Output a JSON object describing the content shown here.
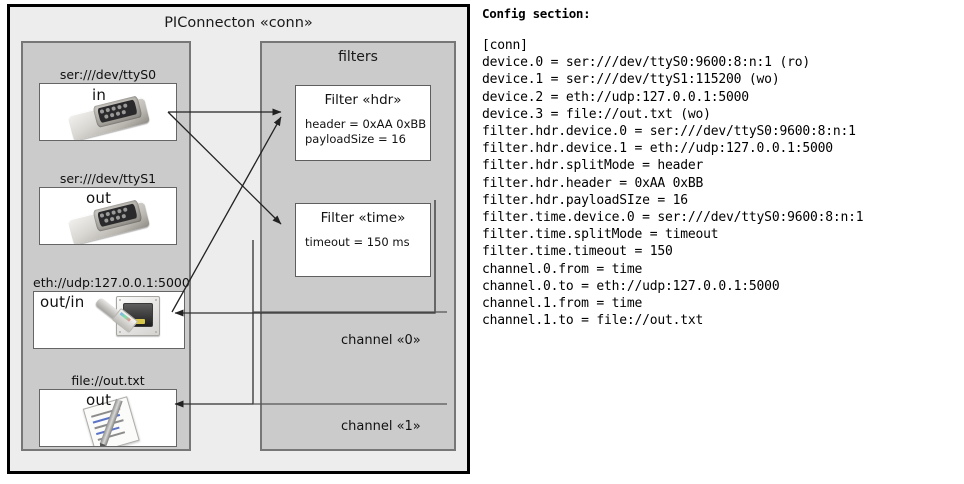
{
  "diagram": {
    "title": "PIConnecton «conn»",
    "devices_group": {
      "title": "",
      "items": [
        {
          "label": "ser:///dev/ttyS0",
          "direction": "in",
          "icon": "serial-db9-icon"
        },
        {
          "label": "ser:///dev/ttyS1",
          "direction": "out",
          "icon": "serial-db9-icon"
        },
        {
          "label": "eth://udp:127.0.0.1:5000",
          "direction": "out/in",
          "icon": "ethernet-rj45-icon"
        },
        {
          "label": "file://out.txt",
          "direction": "out",
          "icon": "document-pencil-icon"
        }
      ]
    },
    "filters_group": {
      "title": "filters",
      "items": [
        {
          "title": "Filter «hdr»",
          "props": [
            "header = 0xAA 0xBB",
            "payloadSize = 16"
          ]
        },
        {
          "title": "Filter «time»",
          "props": [
            "timeout = 150 ms"
          ]
        }
      ]
    },
    "channels": [
      {
        "label": "channel «0»"
      },
      {
        "label": "channel «1»"
      }
    ]
  },
  "config": {
    "heading": "Config section:",
    "lines": [
      "[conn]",
      "device.0 = ser:///dev/ttyS0:9600:8:n:1 (ro)",
      "device.1 = ser:///dev/ttyS1:115200 (wo)",
      "device.2 = eth://udp:127.0.0.1:5000",
      "device.3 = file://out.txt (wo)",
      "filter.hdr.device.0 = ser:///dev/ttyS0:9600:8:n:1",
      "filter.hdr.device.1 = eth://udp:127.0.0.1:5000",
      "filter.hdr.splitMode = header",
      "filter.hdr.header = 0xAA 0xBB",
      "filter.hdr.payloadSIze = 16",
      "filter.time.device.0 = ser:///dev/ttyS0:9600:8:n:1",
      "filter.time.splitMode = timeout",
      "filter.time.timeout = 150",
      "channel.0.from = time",
      "channel.0.to = eth://udp:127.0.0.1:5000",
      "channel.1.from = time",
      "channel.1.to = file://out.txt"
    ],
    "text": "[conn]\ndevice.0 = ser:///dev/ttyS0:9600:8:n:1 (ro)\ndevice.1 = ser:///dev/ttyS1:115200 (wo)\ndevice.2 = eth://udp:127.0.0.1:5000\ndevice.3 = file://out.txt (wo)\nfilter.hdr.device.0 = ser:///dev/ttyS0:9600:8:n:1\nfilter.hdr.device.1 = eth://udp:127.0.0.1:5000\nfilter.hdr.splitMode = header\nfilter.hdr.header = 0xAA 0xBB\nfilter.hdr.payloadSIze = 16\nfilter.time.device.0 = ser:///dev/ttyS0:9600:8:n:1\nfilter.time.splitMode = timeout\nfilter.time.timeout = 150\nchannel.0.from = time\nchannel.0.to = eth://udp:127.0.0.1:5000\nchannel.1.from = time\nchannel.1.to = file://out.txt"
  },
  "colors": {
    "page_bg": "#ffffff",
    "frame_bg": "#ededed",
    "group_bg": "#cbcbcb",
    "box_bg": "#ffffff",
    "line": "#303030"
  }
}
